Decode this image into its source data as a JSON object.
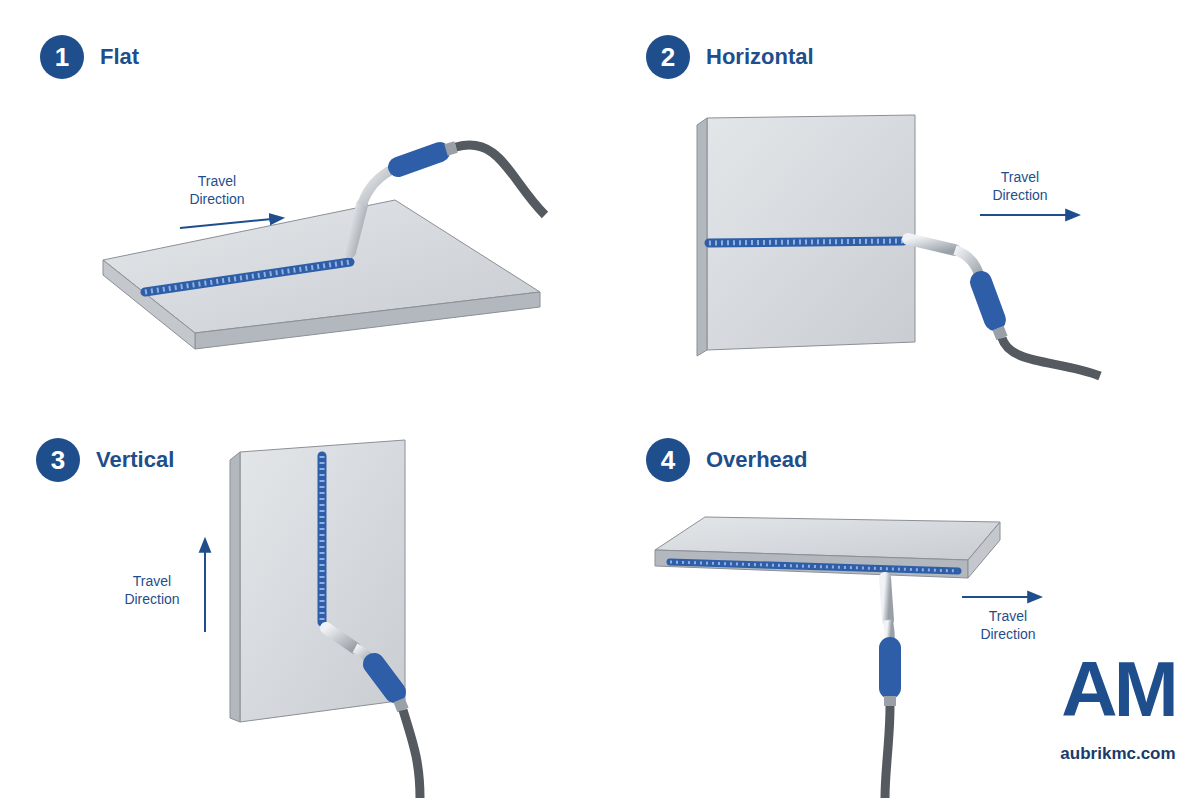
{
  "diagram": {
    "nodes": [
      {
        "text": [
          "1",
          "Flat"
        ]
      },
      {
        "text": [
          "2",
          "Horizontal"
        ]
      },
      {
        "text": [
          "3",
          "Vertical"
        ]
      },
      {
        "text": [
          "4",
          "Overhead"
        ]
      }
    ],
    "labels": [
      "Travel Direction",
      "Travel Direction",
      "Travel Direction",
      "Travel Direction",
      "AM",
      "aubrikmc.com"
    ]
  }
}
